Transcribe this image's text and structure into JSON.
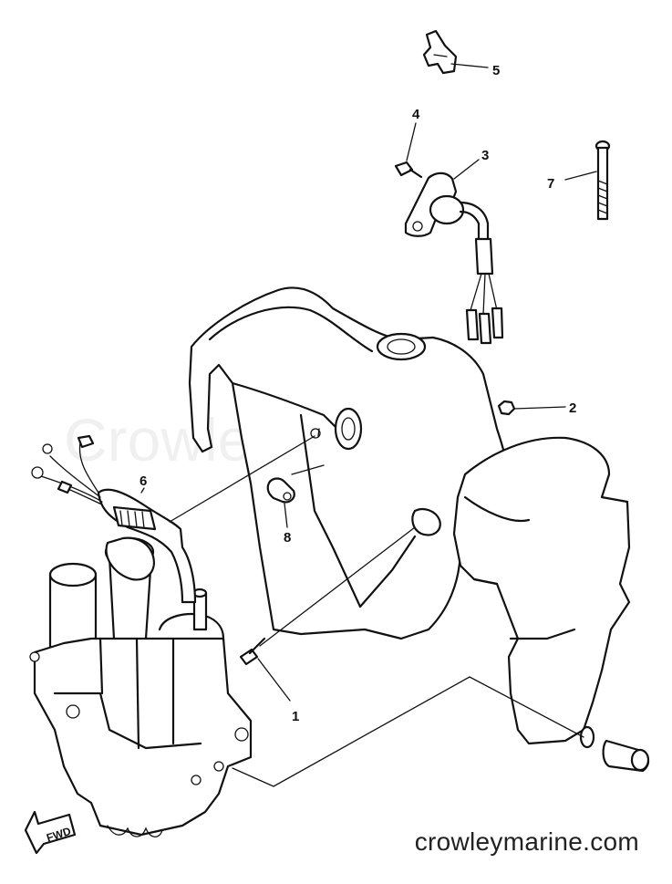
{
  "watermark": "Crowley Marine",
  "site_label": "crowleymarine.com",
  "fwd_label": "FWD",
  "callouts": [
    {
      "id": "1",
      "label": "1"
    },
    {
      "id": "2",
      "label": "2"
    },
    {
      "id": "3",
      "label": "3"
    },
    {
      "id": "4",
      "label": "4"
    },
    {
      "id": "5",
      "label": "5"
    },
    {
      "id": "6",
      "label": "6"
    },
    {
      "id": "7",
      "label": "7"
    },
    {
      "id": "8",
      "label": "8"
    }
  ],
  "colors": {
    "line": "#111111",
    "background": "#ffffff"
  }
}
